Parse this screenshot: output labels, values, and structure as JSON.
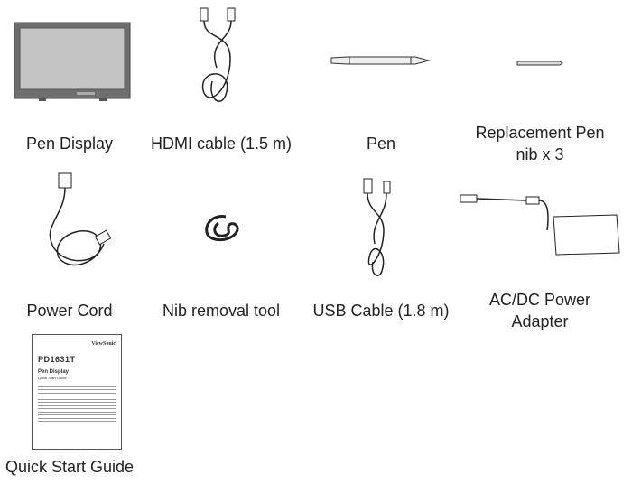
{
  "items": [
    {
      "label": "Pen Display",
      "icon": "pen-display-image"
    },
    {
      "label": "HDMI cable (1.5 m)",
      "icon": "hdmi-cable-image"
    },
    {
      "label": "Pen",
      "icon": "pen-image"
    },
    {
      "label_line1": "Replacement Pen",
      "label_line2": "nib x 3",
      "icon": "pen-nib-image"
    },
    {
      "label": "Power Cord",
      "icon": "power-cord-image"
    },
    {
      "label": "Nib removal tool",
      "icon": "nib-removal-tool-image"
    },
    {
      "label": "USB Cable (1.8 m)",
      "icon": "usb-cable-image"
    },
    {
      "label_line1": "AC/DC Power",
      "label_line2": "Adapter",
      "icon": "power-adapter-image"
    },
    {
      "label": "Quick Start Guide",
      "icon": "quick-start-guide-image"
    }
  ],
  "guide": {
    "brand": "ViewSonic",
    "model": "PD1631T",
    "title": "Pen Display",
    "subtitle": "Quick Start Guide"
  }
}
